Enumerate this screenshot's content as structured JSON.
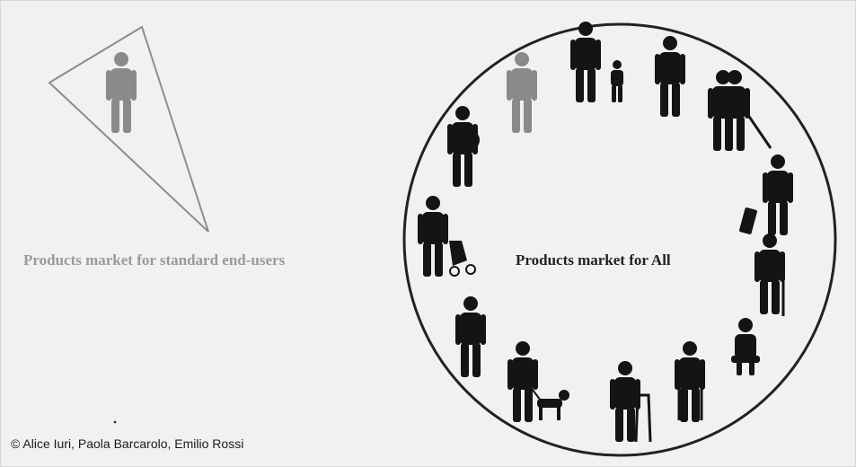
{
  "left_panel": {
    "label": "Products market for standard end-users",
    "figure": "standard-person-icon"
  },
  "right_panel": {
    "label": "Products market for All",
    "figures": [
      "standard-person-icon",
      "parent-with-child-icon",
      "person-hand-on-face-icon",
      "guided-blind-pair-icon",
      "traveler-with-luggage-icon",
      "elderly-with-cane-icon",
      "wheelchair-user-icon",
      "person-with-crutches-icon",
      "person-with-walker-icon",
      "person-with-guide-dog-icon",
      "person-hand-on-head-icon",
      "parent-with-stroller-icon",
      "pregnant-woman-icon"
    ]
  },
  "credit": "© Alice Iuri, Paola Barcarolo, Emilio Rossi",
  "colors": {
    "figure_dark": "#141414",
    "figure_grey": "#8a8a8a",
    "label_grey": "#9a9a9a",
    "outline": "#222222"
  }
}
